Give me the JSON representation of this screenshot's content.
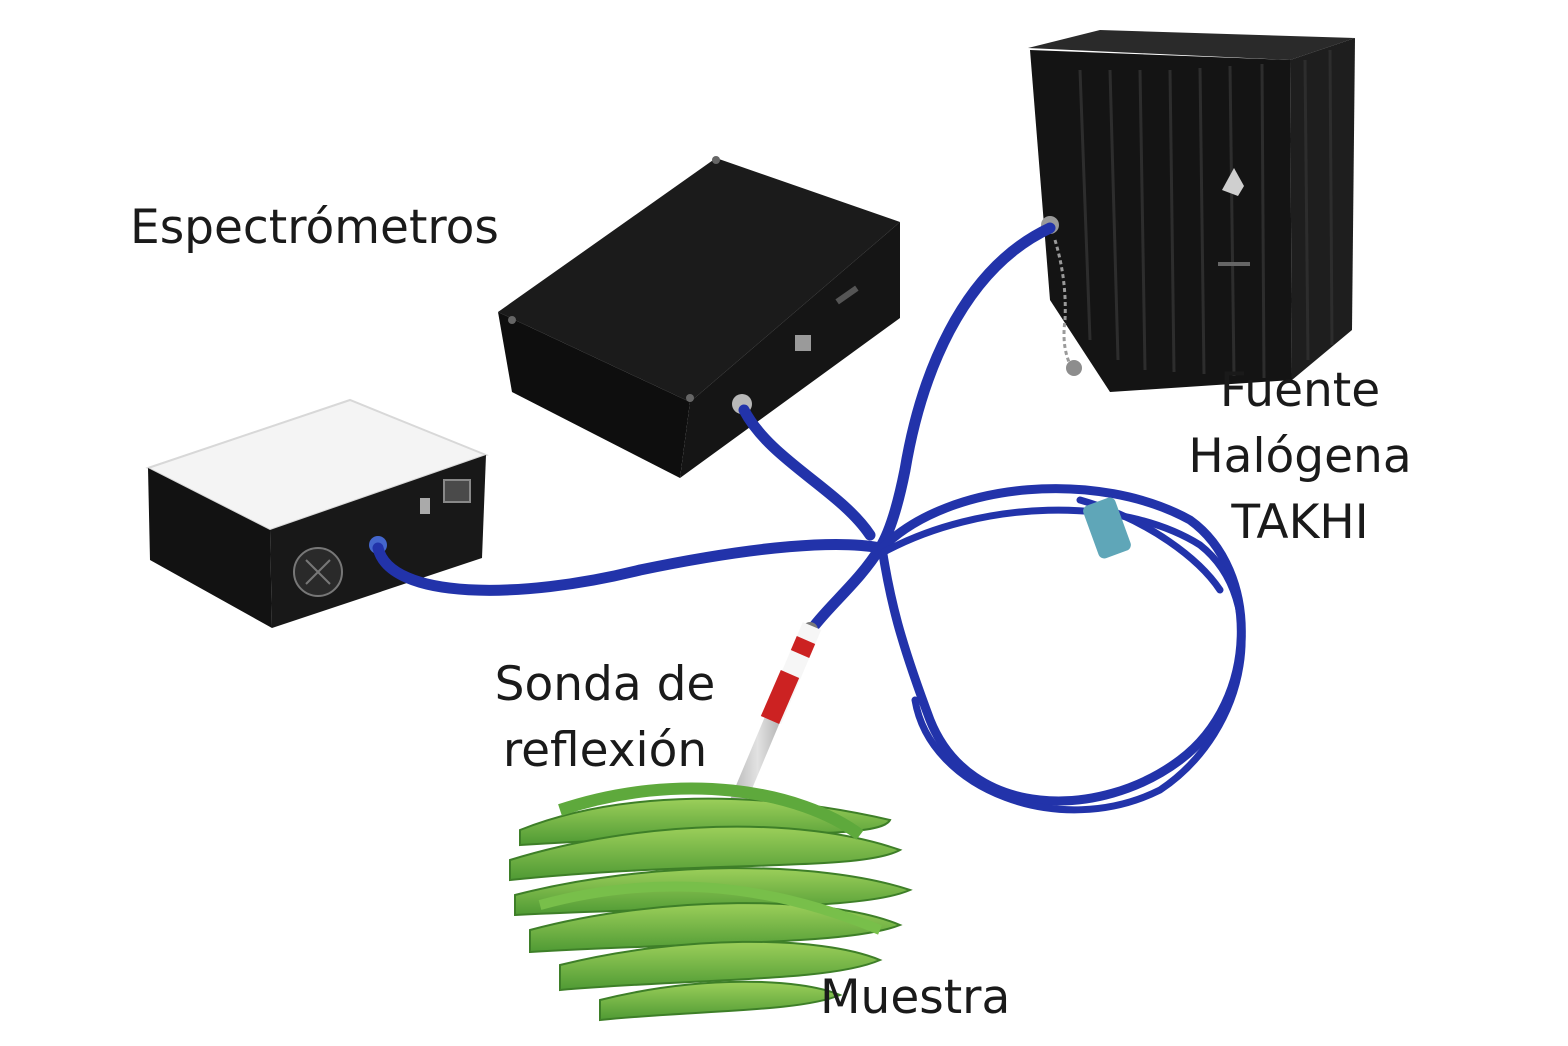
{
  "diagram": {
    "labels": {
      "spectrometers": "Espectrómetros",
      "source_line1": "Fuente",
      "source_line2": "Halógena",
      "source_line3": "TAKHI",
      "probe_line1": "Sonda de",
      "probe_line2": "reflexión",
      "sample": "Muestra"
    },
    "components": [
      {
        "id": "spectrometer-small",
        "color": "#111111",
        "top_color": "#f4f4f4"
      },
      {
        "id": "spectrometer-large",
        "color": "#161616"
      },
      {
        "id": "halogen-source",
        "color": "#151515"
      },
      {
        "id": "fiber-cable",
        "color": "#2233aa"
      },
      {
        "id": "reflection-probe",
        "color": "#c0c0c0",
        "band_color": "#cc2222"
      },
      {
        "id": "green-beans-sample",
        "color": "#6ab04c"
      }
    ]
  }
}
